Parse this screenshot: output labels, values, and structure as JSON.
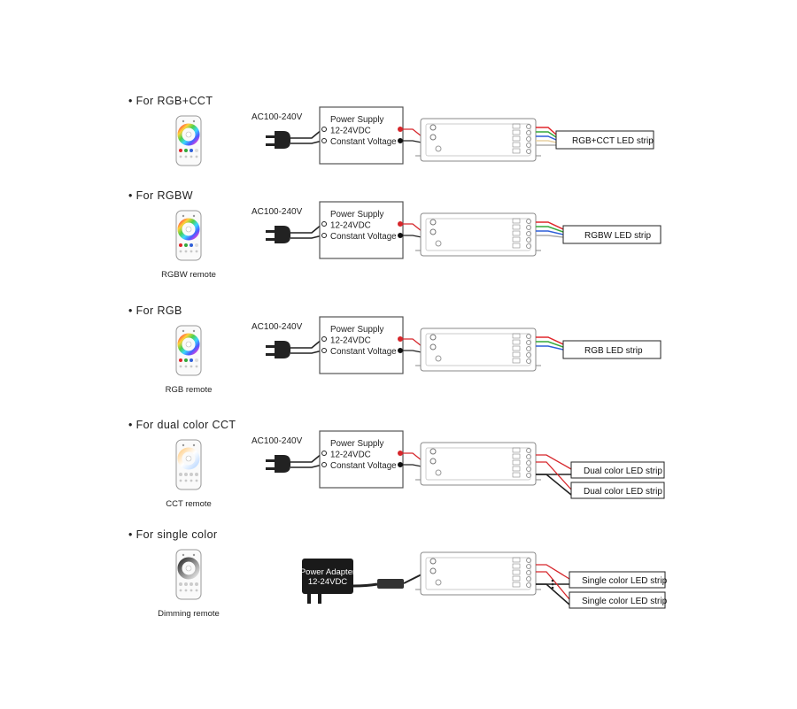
{
  "sections": [
    {
      "title": "• For RGB+CCT",
      "remote_label": "",
      "input_label": "AC100-240V",
      "supply_lines": [
        "Power Supply",
        "12-24VDC",
        "Constant Voltage"
      ],
      "wire_colors": [
        "#e0262b",
        "#35a83a",
        "#2f5fd8",
        "#e8d0a0",
        "#f5f5f5"
      ],
      "strips": [
        "RGB+CCT LED strip"
      ]
    },
    {
      "title": "• For RGBW",
      "remote_label": "RGBW remote",
      "input_label": "AC100-240V",
      "supply_lines": [
        "Power Supply",
        "12-24VDC",
        "Constant Voltage"
      ],
      "wire_colors": [
        "#e0262b",
        "#35a83a",
        "#2f5fd8",
        "#f5f5f5"
      ],
      "strips": [
        "RGBW LED strip"
      ]
    },
    {
      "title": "• For RGB",
      "remote_label": "RGB remote",
      "input_label": "AC100-240V",
      "supply_lines": [
        "Power Supply",
        "12-24VDC",
        "Constant Voltage"
      ],
      "wire_colors": [
        "#e0262b",
        "#35a83a",
        "#2f5fd8"
      ],
      "strips": [
        "RGB LED strip"
      ]
    },
    {
      "title": "• For dual color CCT",
      "remote_label": "CCT remote",
      "input_label": "AC100-240V",
      "supply_lines": [
        "Power Supply",
        "12-24VDC",
        "Constant Voltage"
      ],
      "wire_colors": [
        "#e8d0a0",
        "#f5f5f5"
      ],
      "strips": [
        "Dual color LED strip",
        "Dual color LED strip"
      ]
    },
    {
      "title": "• For single color",
      "remote_label": "Dimming remote",
      "adapter_lines": [
        "Power Adapter",
        "12-24VDC"
      ],
      "wire_colors": [
        "#999999"
      ],
      "strips": [
        "Single color LED strip",
        "Single color LED strip"
      ]
    }
  ],
  "colors": {
    "line": "#222222",
    "red_dot": "#d6262b",
    "black_dot": "#111111",
    "box_border": "#555555",
    "adapter_body": "#1a1a1a"
  }
}
